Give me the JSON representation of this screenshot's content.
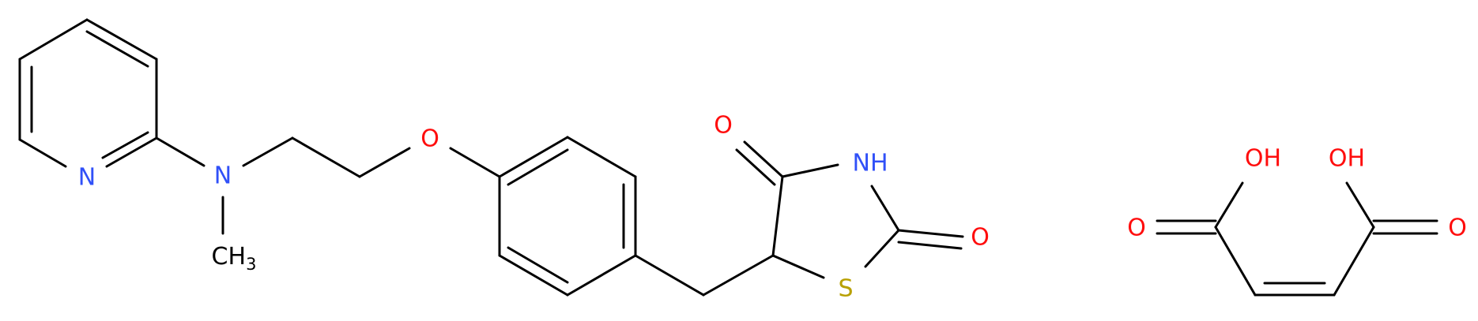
{
  "colors": {
    "bond": "#000000",
    "nitrogen": "#3050F8",
    "oxygen": "#FF0D0D",
    "sulfur": "#B8A000",
    "carbon_label": "#000000"
  },
  "molecule_rosiglitazone": {
    "labels": {
      "pyridine_n": "N",
      "amine_n": "N",
      "methyl": "CH",
      "methyl_sub": "3",
      "ether_o": "O",
      "carbonyl_o4": "O",
      "imide_nh": "NH",
      "carbonyl_o2": "O",
      "ring_s": "S"
    }
  },
  "molecule_maleic_acid": {
    "labels": {
      "oh_left": "OH",
      "oh_right": "OH",
      "o_left": "O",
      "o_right": "O"
    }
  }
}
